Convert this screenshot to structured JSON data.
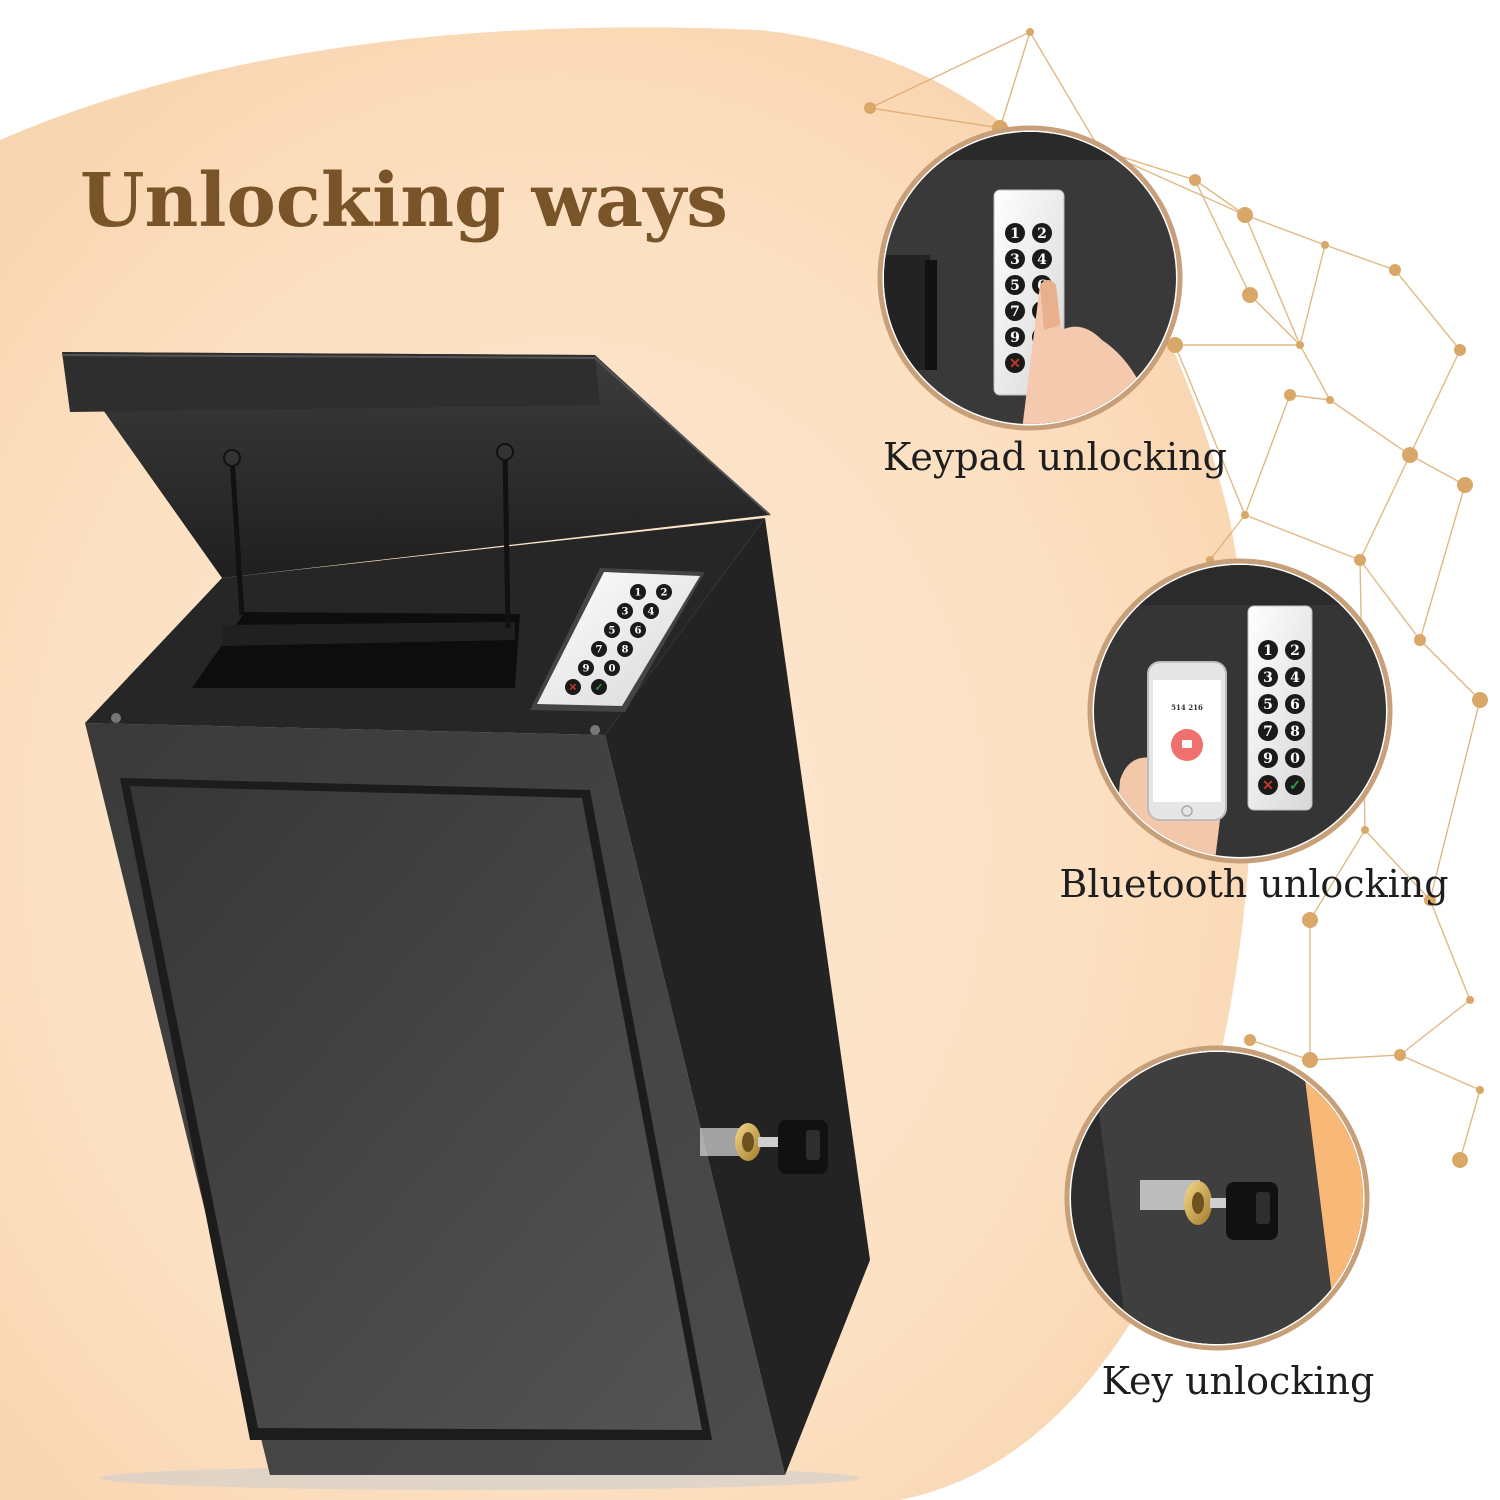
{
  "title": "Unlocking ways",
  "features": [
    {
      "label": "Keypad unlocking",
      "icon": "keypad-closeup"
    },
    {
      "label": "Bluetooth unlocking",
      "icon": "phone-app-closeup"
    },
    {
      "label": "Key unlocking",
      "icon": "key-lock-closeup"
    }
  ],
  "keypad": {
    "keys": [
      "1",
      "2",
      "3",
      "4",
      "5",
      "6",
      "7",
      "8",
      "9",
      "0"
    ],
    "cancel_symbol": "✕",
    "confirm_symbol": "✓"
  },
  "phone_app": {
    "code": "514 216"
  },
  "colors": {
    "background_peach": "#fce3c8",
    "title_brown": "#7a5429",
    "network_gold": "#d9a869",
    "box_dark": "#2b2b2b"
  }
}
